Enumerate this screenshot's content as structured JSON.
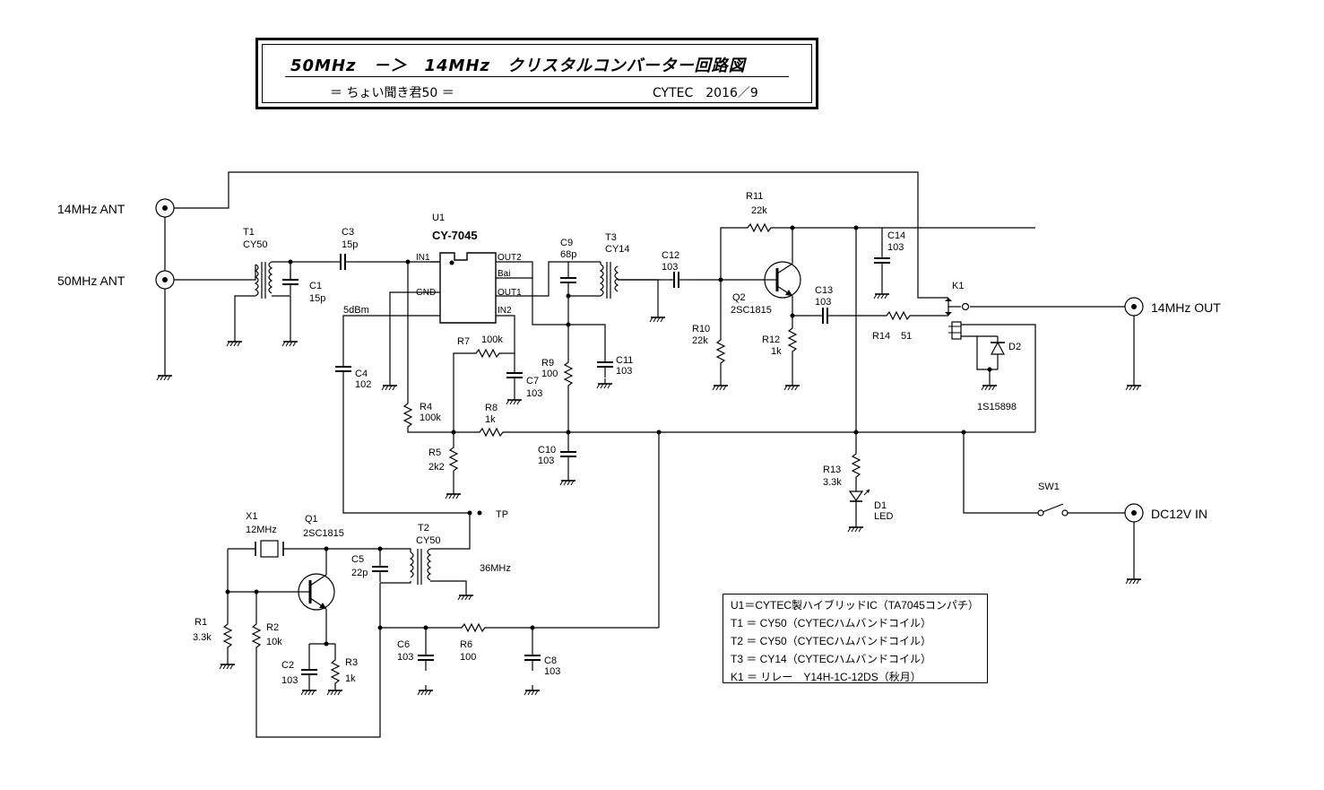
{
  "title": {
    "main": "50MHz　－＞　14MHz　クリスタルコンバーター回路図",
    "subtitle": "＝ ちょい聞き君50 ＝",
    "credit": "CYTEC　2016／9"
  },
  "ports": {
    "ant14": "14MHz  ANT",
    "ant50": "50MHz  ANT",
    "out14": "14MHz  OUT",
    "dcin": "DC12V  IN",
    "tp": "TP",
    "freq36": "36MHz",
    "level5": "5dBm"
  },
  "components": {
    "T1": {
      "ref": "T1",
      "val": "CY50"
    },
    "C1": {
      "ref": "C1",
      "val": "15p"
    },
    "C3": {
      "ref": "C3",
      "val": "15p"
    },
    "U1": {
      "ref": "U1",
      "val": "CY-7045",
      "pins": [
        "IN1",
        "GND",
        "OUT2",
        "Bai",
        "OUT1",
        "IN2"
      ]
    },
    "C4": {
      "ref": "C4",
      "val": "102"
    },
    "R4": {
      "ref": "R4",
      "val": "100k"
    },
    "R5": {
      "ref": "R5",
      "val": "2k2"
    },
    "R7": {
      "ref": "R7",
      "val": "100k"
    },
    "C7": {
      "ref": "C7",
      "val": "103"
    },
    "R8": {
      "ref": "R8",
      "val": "1k"
    },
    "C9": {
      "ref": "C9",
      "val": "68p"
    },
    "R9": {
      "ref": "R9",
      "val": "100"
    },
    "C10": {
      "ref": "C10",
      "val": "103"
    },
    "T3": {
      "ref": "T3",
      "val": "CY14"
    },
    "C11": {
      "ref": "C11",
      "val": "103"
    },
    "C12": {
      "ref": "C12",
      "val": "103"
    },
    "R10": {
      "ref": "R10",
      "val": "22k"
    },
    "R11": {
      "ref": "R11",
      "val": "22k"
    },
    "Q2": {
      "ref": "Q2",
      "val": "2SC1815"
    },
    "R12": {
      "ref": "R12",
      "val": "1k"
    },
    "C13": {
      "ref": "C13",
      "val": "103"
    },
    "C14": {
      "ref": "C14",
      "val": "103"
    },
    "R14": {
      "ref": "R14",
      "val": "51"
    },
    "K1": {
      "ref": "K1"
    },
    "D2": {
      "ref": "D2",
      "val": "1S15898"
    },
    "R13": {
      "ref": "R13",
      "val": "3.3k"
    },
    "D1": {
      "ref": "D1",
      "val": "LED"
    },
    "SW1": {
      "ref": "SW1"
    },
    "X1": {
      "ref": "X1",
      "val": "12MHz"
    },
    "Q1": {
      "ref": "Q1",
      "val": "2SC1815"
    },
    "T2": {
      "ref": "T2",
      "val": "CY50"
    },
    "C5": {
      "ref": "C5",
      "val": "22p"
    },
    "R1": {
      "ref": "R1",
      "val": "3.3k"
    },
    "R2": {
      "ref": "R2",
      "val": "10k"
    },
    "C2": {
      "ref": "C2",
      "val": "103"
    },
    "R3": {
      "ref": "R3",
      "val": "1k"
    },
    "C6": {
      "ref": "C6",
      "val": "103"
    },
    "R6": {
      "ref": "R6",
      "val": "100"
    },
    "C8": {
      "ref": "C8",
      "val": "103"
    }
  },
  "notes": [
    "U1＝CYTEC製ハイブリッドIC（TA7045コンパチ）",
    "T1 ＝ CY50（CYTECハムバンドコイル）",
    "T2 ＝ CY50（CYTECハムバンドコイル）",
    "T3 ＝ CY14（CYTECハムバンドコイル）",
    "K1 ＝ リレー　Y14H-1C-12DS（秋月）"
  ]
}
